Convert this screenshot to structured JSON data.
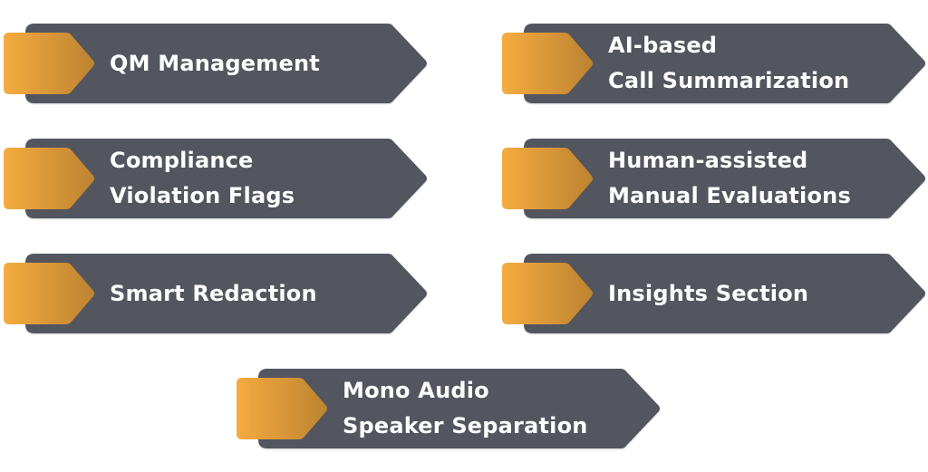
{
  "title": "Feature highlights",
  "colors": {
    "banner": "#52555f",
    "tab_start": "#f5ab40",
    "tab_end": "#bd8330",
    "text": "#ffffff"
  },
  "features": [
    {
      "lines": [
        "QM Management"
      ]
    },
    {
      "lines": [
        "AI-based",
        "Call Summarization"
      ]
    },
    {
      "lines": [
        "Compliance",
        "Violation Flags"
      ]
    },
    {
      "lines": [
        "Human-assisted",
        "Manual Evaluations"
      ]
    },
    {
      "lines": [
        "Smart Redaction"
      ]
    },
    {
      "lines": [
        "Insights Section"
      ]
    },
    {
      "lines": [
        "Mono Audio",
        "Speaker Separation"
      ]
    }
  ]
}
